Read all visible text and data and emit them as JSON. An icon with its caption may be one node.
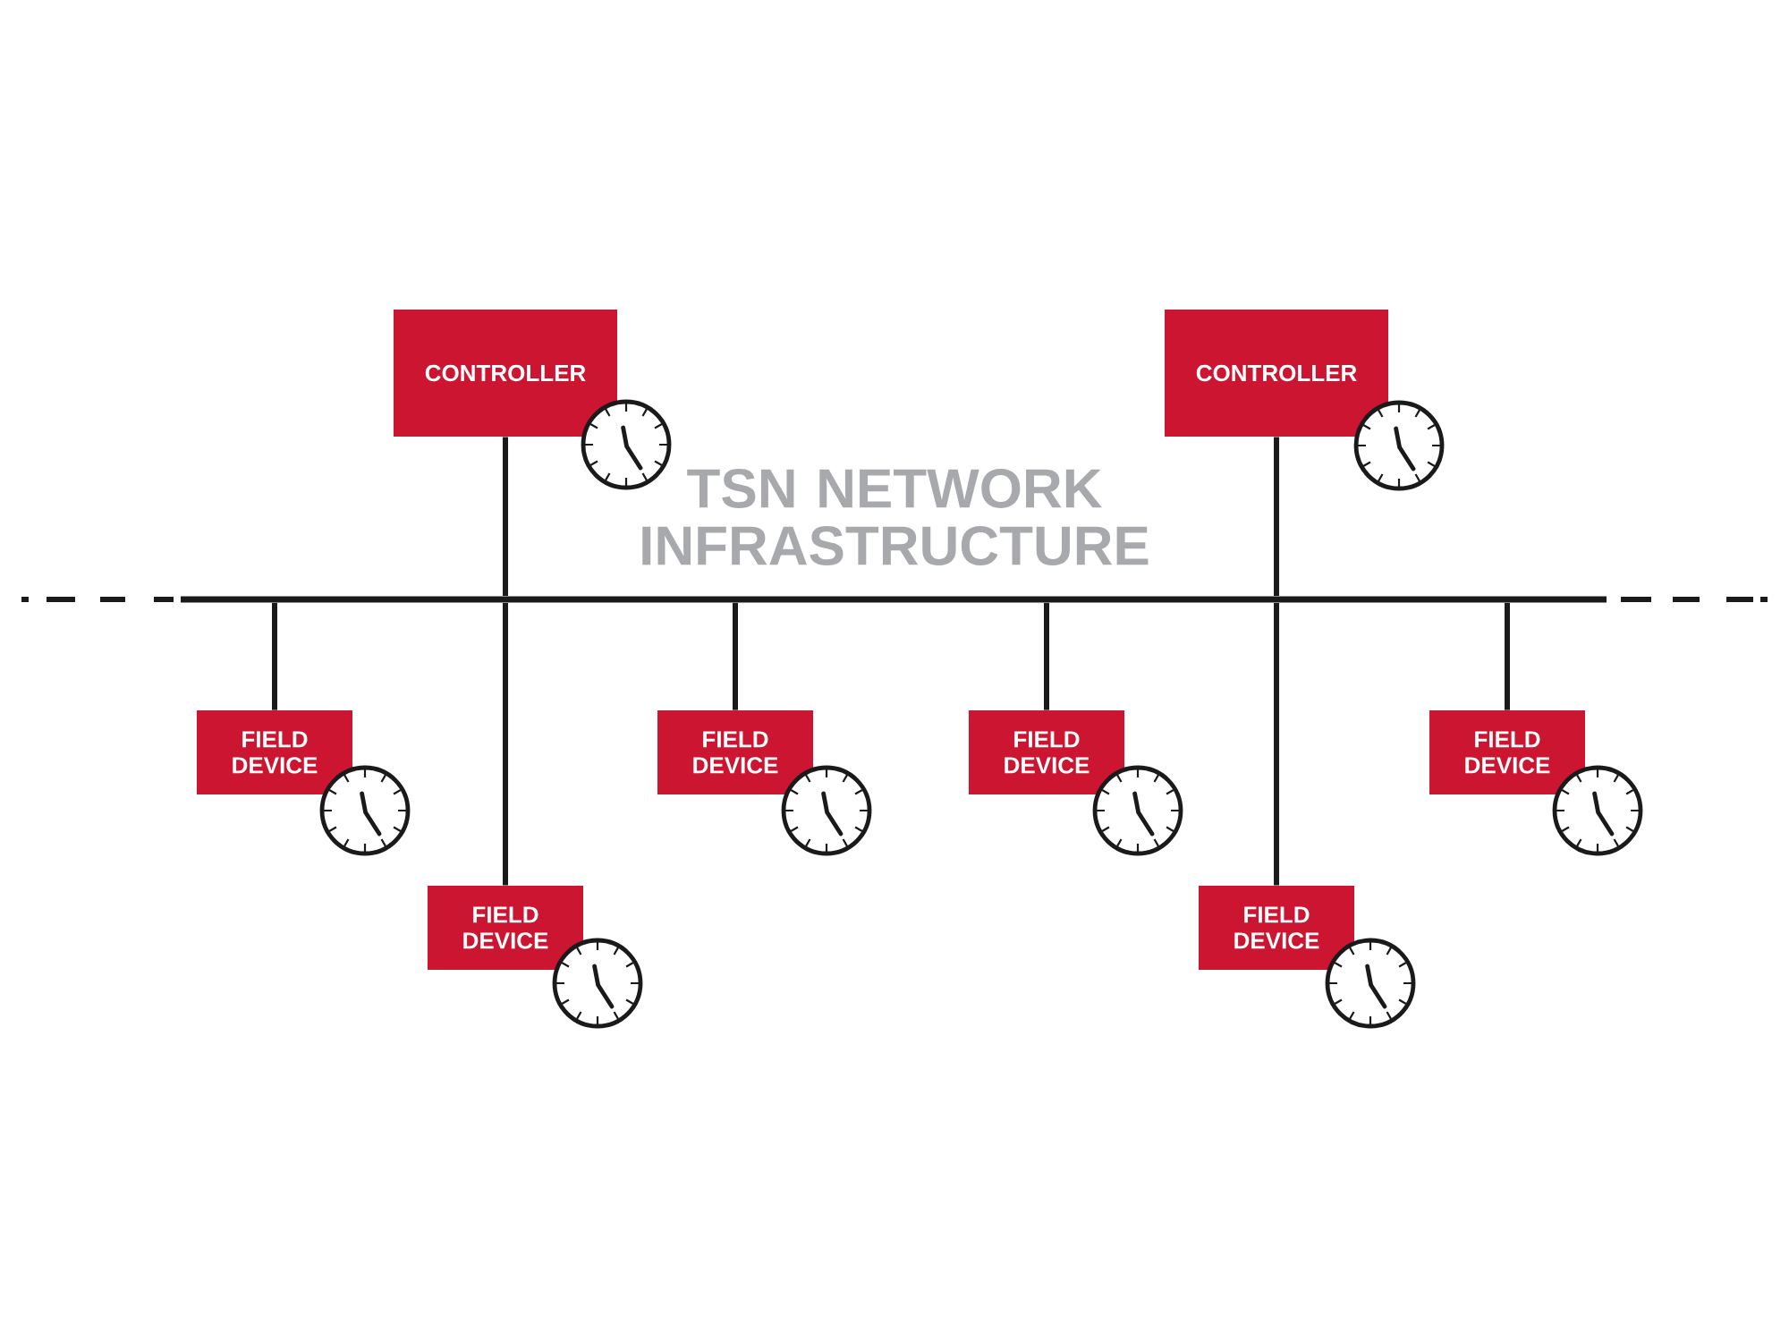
{
  "diagram": {
    "nodes": [
      {
        "text": [
          "CONTROLLER"
        ]
      },
      {
        "text": [
          "CONTROLLER"
        ]
      },
      {
        "text": [],
        "shape": "bar",
        "beside": [
          "TSN NETWORK INFRASTRUCTURE"
        ]
      },
      {
        "text": [
          "FIELD DEVICE"
        ]
      },
      {
        "text": [
          "FIELD DEVICE"
        ]
      },
      {
        "text": [
          "FIELD DEVICE"
        ]
      },
      {
        "text": [
          "FIELD DEVICE"
        ]
      },
      {
        "text": [
          "FIELD DEVICE"
        ]
      },
      {
        "text": [
          "FIELD DEVICE"
        ]
      }
    ],
    "edges": [
      {
        "from": 0,
        "to": 2,
        "arrow": "none"
      },
      {
        "from": 1,
        "to": 2,
        "arrow": "none"
      },
      {
        "from": 2,
        "to": 3,
        "arrow": "none"
      },
      {
        "from": 2,
        "to": 4,
        "arrow": "none"
      },
      {
        "from": 2,
        "to": 5,
        "arrow": "none"
      },
      {
        "from": 2,
        "to": 6,
        "arrow": "none"
      },
      {
        "from": 2,
        "to": 7,
        "arrow": "none"
      },
      {
        "from": 2,
        "to": 8,
        "arrow": "none"
      }
    ]
  }
}
